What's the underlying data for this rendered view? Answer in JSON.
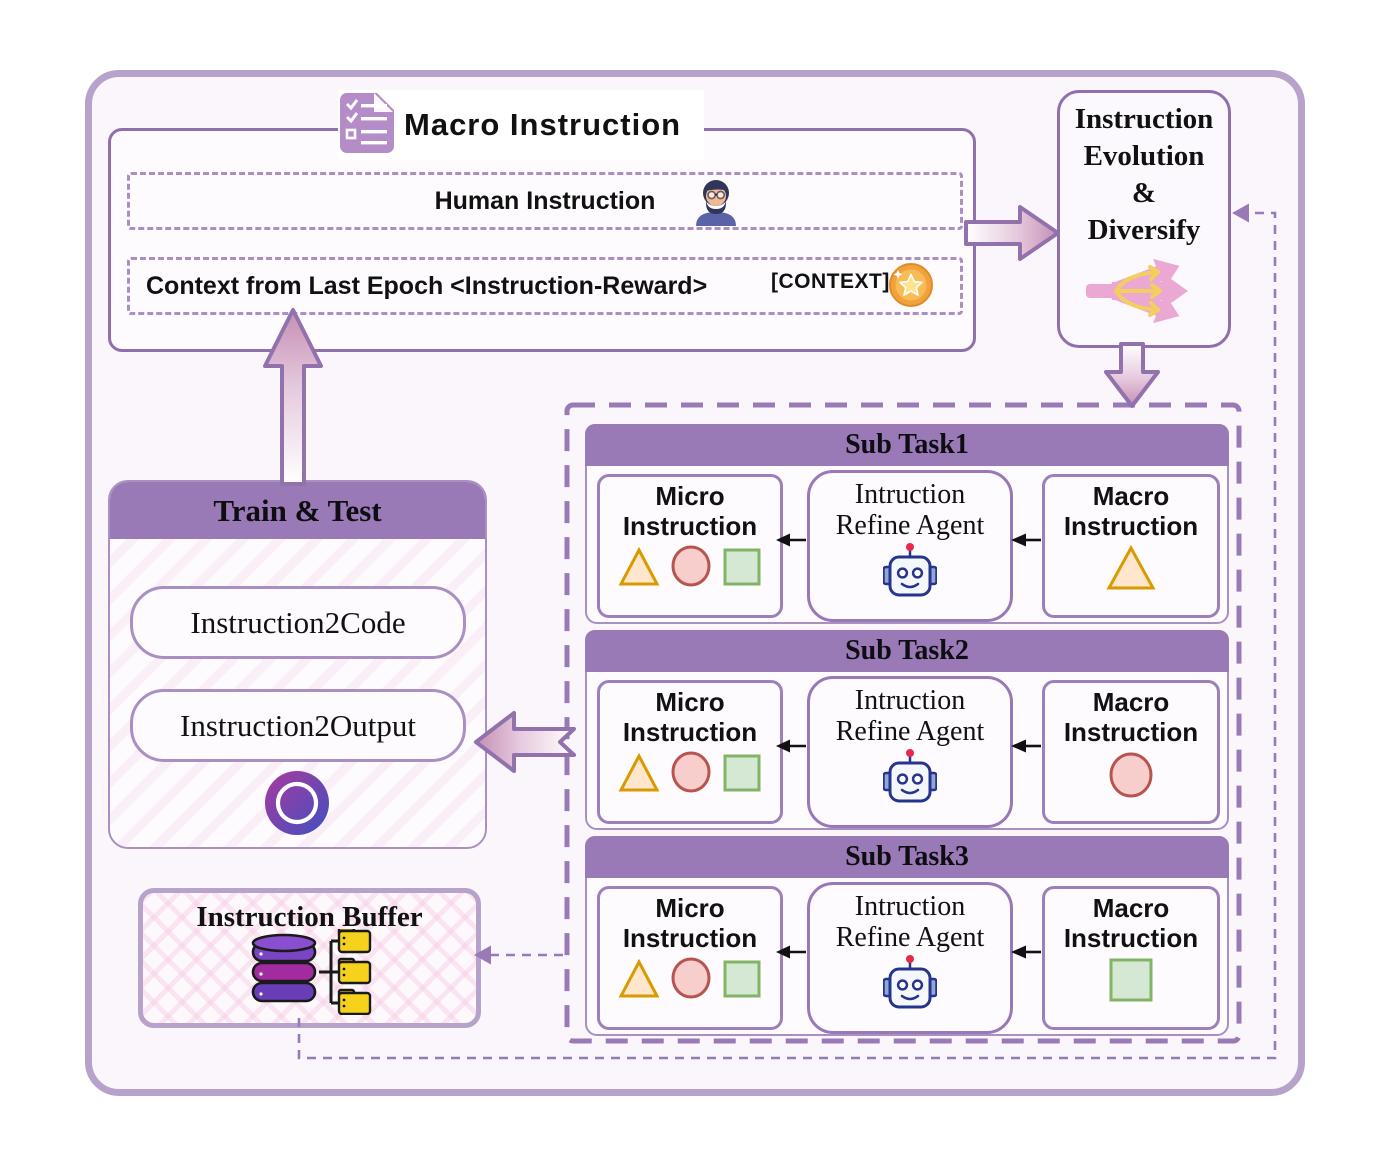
{
  "macro_panel": {
    "title": "Macro Instruction",
    "human_row": {
      "label": "Human Instruction"
    },
    "context_row": {
      "label": "Context from Last Epoch <Instruction-Reward>",
      "badge": "[CONTEXT] -"
    }
  },
  "evolution_box": {
    "lines": [
      "Instruction",
      "Evolution",
      "&",
      "Diversify"
    ]
  },
  "subtasks": [
    {
      "title": "Sub Task1",
      "micro_line1": "Micro",
      "micro_line2": "Instruction",
      "agent_line1": "Intruction",
      "agent_line2": "Refine Agent",
      "macro_line1": "Macro",
      "macro_line2": "Instruction",
      "macro_shape": "triangle"
    },
    {
      "title": "Sub Task2",
      "micro_line1": "Micro",
      "micro_line2": "Instruction",
      "agent_line1": "Intruction",
      "agent_line2": "Refine Agent",
      "macro_line1": "Macro",
      "macro_line2": "Instruction",
      "macro_shape": "circle"
    },
    {
      "title": "Sub Task3",
      "micro_line1": "Micro",
      "micro_line2": "Instruction",
      "agent_line1": "Intruction",
      "agent_line2": "Refine Agent",
      "macro_line1": "Macro",
      "macro_line2": "Instruction",
      "macro_shape": "square"
    }
  ],
  "train_panel": {
    "title": "Train & Test",
    "pills": [
      "Instruction2Code",
      "Instruction2Output"
    ]
  },
  "buffer_panel": {
    "title": "Instruction Buffer"
  },
  "icons": {
    "macro_title_icon": "checklist-document-icon",
    "human_icon": "person-avatar-icon",
    "context_icon": "gold-coin-star-icon",
    "evolution_icon": "diverging-arrows-icon",
    "agent_icon": "robot-icon",
    "train_icon": "openai-logo-icon",
    "buffer_icon": "database-folders-icon",
    "micro_shape_icons": [
      "triangle-icon",
      "circle-icon",
      "square-icon"
    ]
  },
  "colors": {
    "frame_purple": "#b7a2cc",
    "header_purple": "#9a7ab6",
    "sketch_border": "#9d7fba",
    "arrow_pink": "#c58fb4",
    "triangle_stroke": "#d79b00",
    "triangle_fill": "#ffe6cc",
    "circle_stroke": "#b85450",
    "circle_fill": "#f8cecc",
    "square_stroke": "#82b366",
    "square_fill": "#d5e8d4",
    "robot_navy": "#27348b",
    "coin_gold": "#f2a13c",
    "folder_yellow": "#f7d21d",
    "database_purple": "#7b44c4",
    "openai_gradient": [
      "#a93a9e",
      "#4050c0"
    ]
  }
}
